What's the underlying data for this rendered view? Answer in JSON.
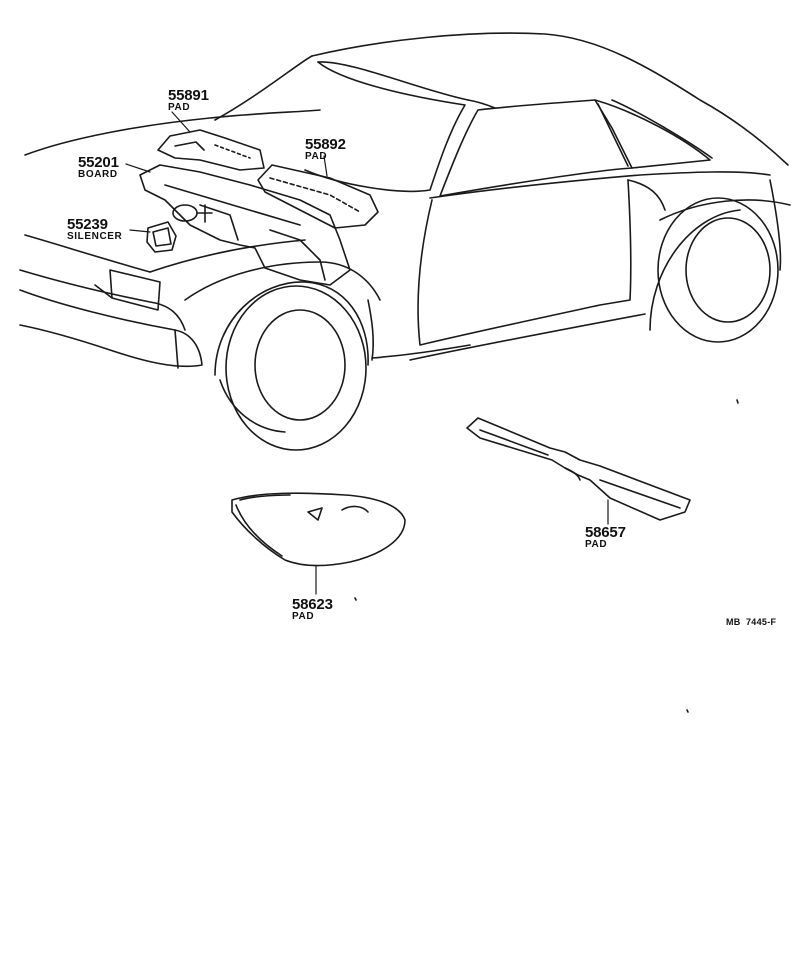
{
  "parts": [
    {
      "number": "55891",
      "name": "PAD"
    },
    {
      "number": "55892",
      "name": "PAD"
    },
    {
      "number": "55201",
      "name": "BOARD"
    },
    {
      "number": "55239",
      "name": "SILENCER"
    },
    {
      "number": "58657",
      "name": "PAD"
    },
    {
      "number": "58623",
      "name": "PAD"
    }
  ],
  "drawing_code": {
    "prefix": "MB",
    "number": "7445-F"
  },
  "colors": {
    "line": "#1a1a1a",
    "background": "#ffffff"
  }
}
